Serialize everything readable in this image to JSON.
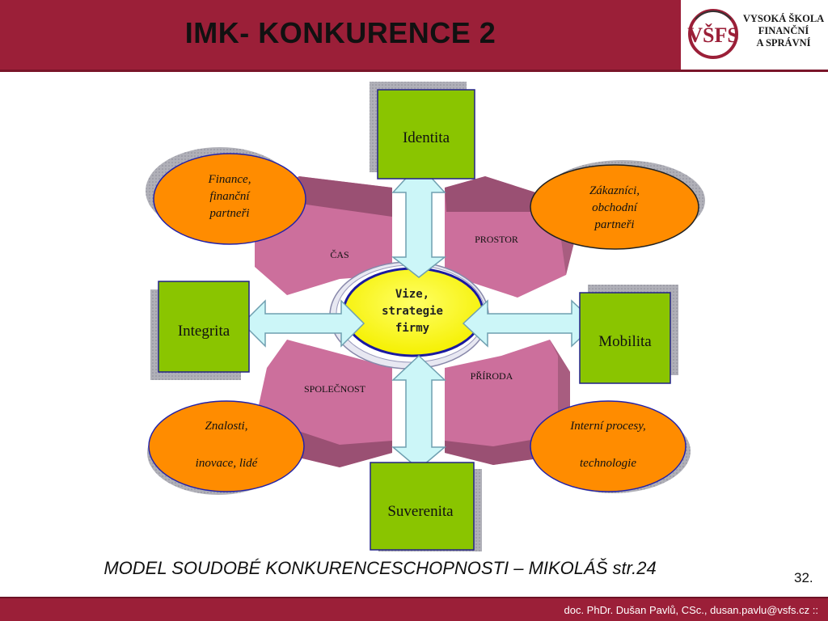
{
  "header": {
    "title": "IMK- KONKURENCE  2"
  },
  "logo": {
    "monogram": "VŠFS",
    "lines": [
      "VYSOKÁ ŠKOLA",
      "FINANČNÍ",
      "A SPRÁVNÍ"
    ]
  },
  "diagram": {
    "center": [
      "Vize,",
      "strategie",
      "firmy"
    ],
    "quadrants": {
      "top_left": "ČAS",
      "top_right": "PROSTOR",
      "bottom_left": "SPOLEČNOST",
      "bottom_right": "PŘÍRODA"
    },
    "boxes": {
      "top": "Identita",
      "left": "Integrita",
      "right": "Mobilita",
      "bottom": "Suverenita"
    },
    "ovals": {
      "top_left": [
        "Finance,",
        "finanční",
        "partneři"
      ],
      "top_right": [
        "Zákazníci,",
        "obchodní",
        "partneři"
      ],
      "bottom_left": [
        "Znalosti,",
        "",
        "inovace, lidé"
      ],
      "bottom_right": [
        "Interní procesy,",
        "",
        "technologie"
      ]
    }
  },
  "caption": "MODEL SOUDOBÉ KONKURENCESCHOPNOSTI – MIKOLÁŠ str.24",
  "page_number": "32.",
  "footer": {
    "author": "doc. PhDr. Dušan Pavlů, CSc., dusan.pavlu@vsfs.cz  ::"
  },
  "colors": {
    "brand": "#9b1f38",
    "box_green": "#8ac500",
    "oval_orange": "#ff8c00",
    "pink": "#cc6f9c",
    "center_yellow": "#ffff00",
    "arrow_cyan": "#ccf6f8"
  }
}
